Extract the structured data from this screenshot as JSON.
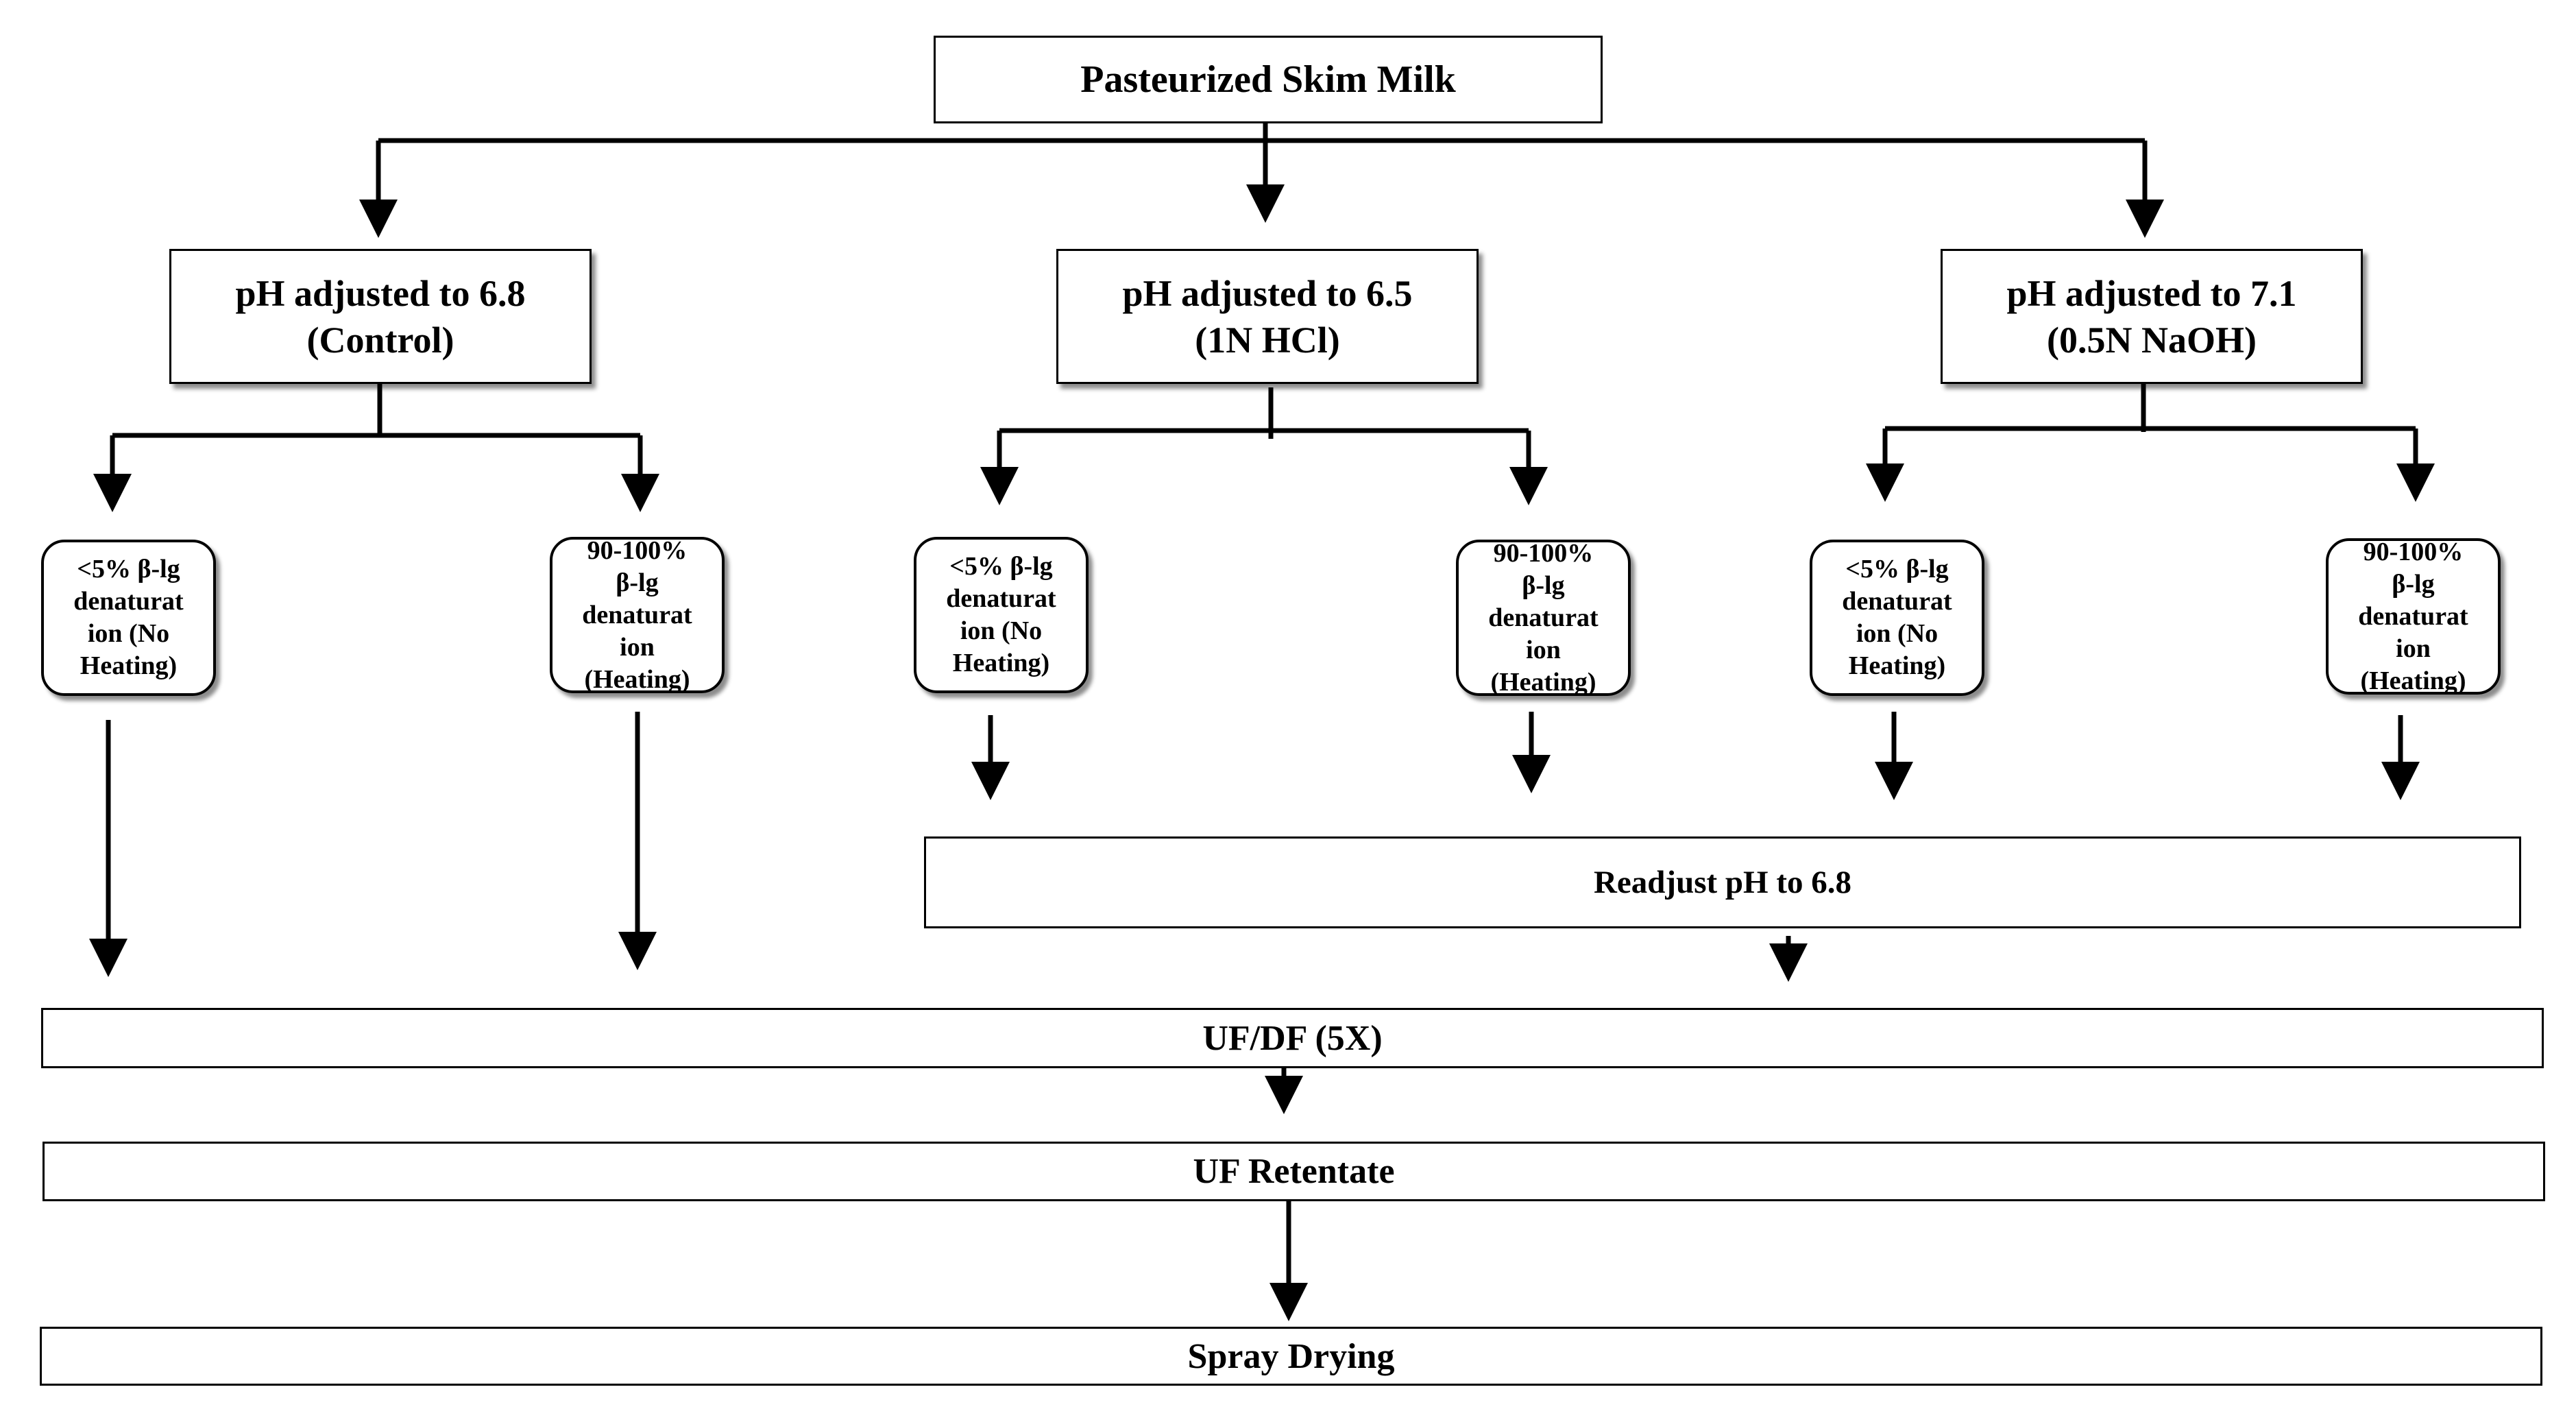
{
  "root": {
    "label": "Pasteurized Skim Milk"
  },
  "branches": [
    {
      "label": "pH adjusted to 6.8\n(Control)",
      "children": [
        {
          "label": "<5% β-lg\ndenaturat\nion (No\nHeating)"
        },
        {
          "label": "90-100%\nβ-lg\ndenaturat\nion\n(Heating)"
        }
      ]
    },
    {
      "label": "pH adjusted to 6.5\n(1N HCl)",
      "children": [
        {
          "label": "<5% β-lg\ndenaturat\nion (No\nHeating)"
        },
        {
          "label": "90-100%\nβ-lg\ndenaturat\nion\n(Heating)"
        }
      ]
    },
    {
      "label": "pH adjusted to 7.1\n(0.5N NaOH)",
      "children": [
        {
          "label": "<5% β-lg\ndenaturat\nion (No\nHeating)"
        },
        {
          "label": "90-100%\nβ-lg\ndenaturat\nion\n(Heating)"
        }
      ]
    }
  ],
  "steps": {
    "readjust": "Readjust pH to 6.8",
    "ufdf": "UF/DF (5X)",
    "retentate": "UF Retentate",
    "spray": "Spray Drying"
  }
}
